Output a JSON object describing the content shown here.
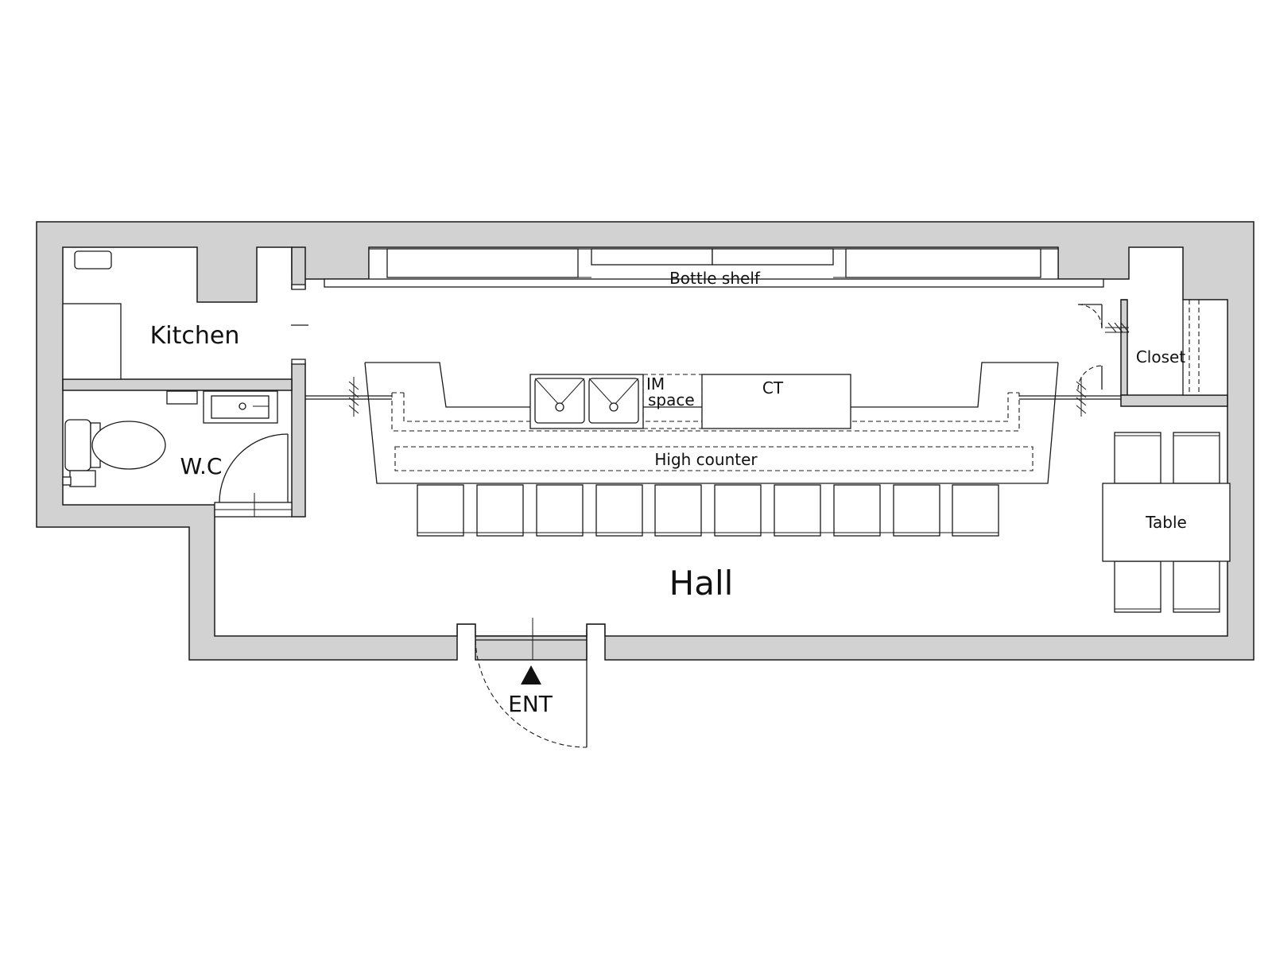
{
  "rooms": {
    "kitchen": "Kitchen",
    "wc": "W.C",
    "hall": "Hall",
    "closet": "Closet"
  },
  "fixtures": {
    "bottle_shelf": "Bottle shelf",
    "im_line1": "IM",
    "im_line2": "space",
    "ct": "CT",
    "high_counter": "High counter",
    "table": "Table"
  },
  "entrance": {
    "label": "ENT"
  },
  "colors": {
    "wall": "#d2d2d2",
    "line": "#1a1a1a",
    "background": "#ffffff"
  }
}
